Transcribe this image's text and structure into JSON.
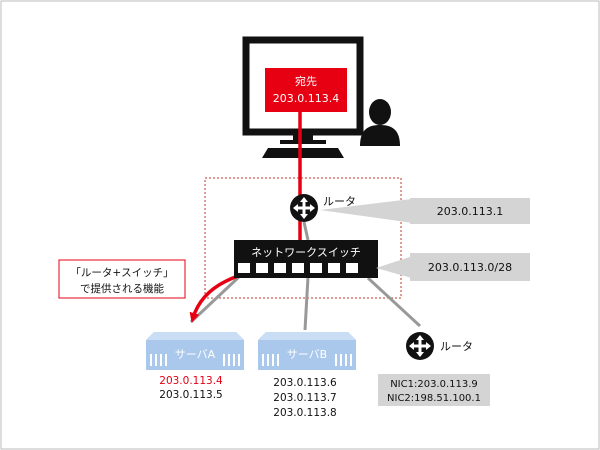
{
  "destination": {
    "title": "宛先",
    "ip": "203.0.113.4"
  },
  "router_top": {
    "label": "ルータ",
    "ip": "203.0.113.1"
  },
  "switch": {
    "label": "ネットワークスイッチ",
    "subnet": "203.0.113.0/28"
  },
  "callout": {
    "line1": "「ルータ+スイッチ」",
    "line2": "で提供される機能"
  },
  "server_a": {
    "label": "サーバA",
    "ip_primary": "203.0.113.4",
    "ip_secondary": "203.0.113.5"
  },
  "server_b": {
    "label": "サーバB",
    "ips": [
      "203.0.113.6",
      "203.0.113.7",
      "203.0.113.8"
    ]
  },
  "router_right": {
    "label": "ルータ",
    "nic1": "NIC1:203.0.113.9",
    "nic2": "NIC2:198.51.100.1"
  },
  "colors": {
    "accent_red": "#e60012",
    "server_blue": "#a9c8eb",
    "label_gray": "#d4d4d4",
    "line_gray": "#999999",
    "frame": "#111111"
  }
}
